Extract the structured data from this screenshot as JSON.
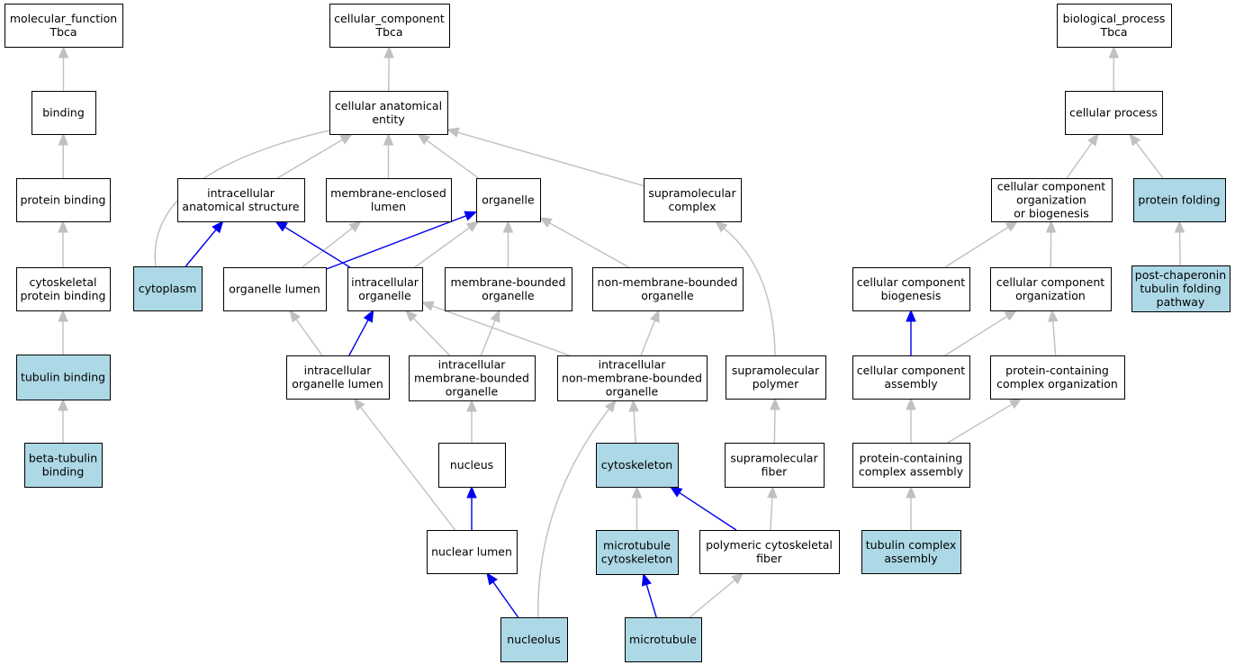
{
  "colors": {
    "plain_fill": "#ffffff",
    "highlight_fill": "#add8e6",
    "gray_edge": "#c0c0c0",
    "blue_edge": "#0000ee"
  },
  "nodes": [
    {
      "id": "mf",
      "lines": [
        "molecular_function",
        "Tbca"
      ],
      "highlight": false
    },
    {
      "id": "binding",
      "lines": [
        "binding"
      ],
      "highlight": false
    },
    {
      "id": "protein_binding",
      "lines": [
        "protein binding"
      ],
      "highlight": false
    },
    {
      "id": "cytoskeletal_pb",
      "lines": [
        "cytoskeletal",
        "protein binding"
      ],
      "highlight": false
    },
    {
      "id": "tubulin_binding",
      "lines": [
        "tubulin binding"
      ],
      "highlight": true
    },
    {
      "id": "beta_tubulin",
      "lines": [
        "beta-tubulin",
        "binding"
      ],
      "highlight": true
    },
    {
      "id": "cc",
      "lines": [
        "cellular_component",
        "Tbca"
      ],
      "highlight": false
    },
    {
      "id": "cae",
      "lines": [
        "cellular anatomical",
        "entity"
      ],
      "highlight": false
    },
    {
      "id": "ias",
      "lines": [
        "intracellular",
        "anatomical structure"
      ],
      "highlight": false
    },
    {
      "id": "mel",
      "lines": [
        "membrane-enclosed",
        "lumen"
      ],
      "highlight": false
    },
    {
      "id": "organelle",
      "lines": [
        "organelle"
      ],
      "highlight": false
    },
    {
      "id": "smc",
      "lines": [
        "supramolecular",
        "complex"
      ],
      "highlight": false
    },
    {
      "id": "cytoplasm",
      "lines": [
        "cytoplasm"
      ],
      "highlight": true
    },
    {
      "id": "org_lumen",
      "lines": [
        "organelle lumen"
      ],
      "highlight": false
    },
    {
      "id": "io",
      "lines": [
        "intracellular",
        "organelle"
      ],
      "highlight": false
    },
    {
      "id": "mbo",
      "lines": [
        "membrane-bounded",
        "organelle"
      ],
      "highlight": false
    },
    {
      "id": "nmbo",
      "lines": [
        "non-membrane-bounded",
        "organelle"
      ],
      "highlight": false
    },
    {
      "id": "iol",
      "lines": [
        "intracellular",
        "organelle lumen"
      ],
      "highlight": false
    },
    {
      "id": "imbo",
      "lines": [
        "intracellular",
        "membrane-bounded",
        "organelle"
      ],
      "highlight": false
    },
    {
      "id": "inmbo",
      "lines": [
        "intracellular",
        "non-membrane-bounded",
        "organelle"
      ],
      "highlight": false
    },
    {
      "id": "smp",
      "lines": [
        "supramolecular",
        "polymer"
      ],
      "highlight": false
    },
    {
      "id": "nucleus",
      "lines": [
        "nucleus"
      ],
      "highlight": false
    },
    {
      "id": "cytoskeleton",
      "lines": [
        "cytoskeleton"
      ],
      "highlight": true
    },
    {
      "id": "smf",
      "lines": [
        "supramolecular",
        "fiber"
      ],
      "highlight": false
    },
    {
      "id": "nuclear_lumen",
      "lines": [
        "nuclear lumen"
      ],
      "highlight": false
    },
    {
      "id": "mt_cyto",
      "lines": [
        "microtubule",
        "cytoskeleton"
      ],
      "highlight": true
    },
    {
      "id": "pcf",
      "lines": [
        "polymeric cytoskeletal",
        "fiber"
      ],
      "highlight": false
    },
    {
      "id": "nucleolus",
      "lines": [
        "nucleolus"
      ],
      "highlight": true
    },
    {
      "id": "microtubule",
      "lines": [
        "microtubule"
      ],
      "highlight": true
    },
    {
      "id": "bp",
      "lines": [
        "biological_process",
        "Tbca"
      ],
      "highlight": false
    },
    {
      "id": "cp",
      "lines": [
        "cellular process"
      ],
      "highlight": false
    },
    {
      "id": "ccob",
      "lines": [
        "cellular component",
        "organization",
        "or biogenesis"
      ],
      "highlight": false
    },
    {
      "id": "pf",
      "lines": [
        "protein folding"
      ],
      "highlight": true
    },
    {
      "id": "ccb",
      "lines": [
        "cellular component",
        "biogenesis"
      ],
      "highlight": false
    },
    {
      "id": "cco",
      "lines": [
        "cellular component",
        "organization"
      ],
      "highlight": false
    },
    {
      "id": "pctf",
      "lines": [
        "post-chaperonin",
        "tubulin folding",
        "pathway"
      ],
      "highlight": true
    },
    {
      "id": "cca",
      "lines": [
        "cellular component",
        "assembly"
      ],
      "highlight": false
    },
    {
      "id": "pcco",
      "lines": [
        "protein-containing",
        "complex organization"
      ],
      "highlight": false
    },
    {
      "id": "pcca",
      "lines": [
        "protein-containing",
        "complex assembly"
      ],
      "highlight": false
    },
    {
      "id": "tca",
      "lines": [
        "tubulin complex",
        "assembly"
      ],
      "highlight": true
    }
  ],
  "edges": [
    {
      "from": "binding",
      "to": "mf",
      "kind": "gray"
    },
    {
      "from": "protein_binding",
      "to": "binding",
      "kind": "gray"
    },
    {
      "from": "cytoskeletal_pb",
      "to": "protein_binding",
      "kind": "gray"
    },
    {
      "from": "tubulin_binding",
      "to": "cytoskeletal_pb",
      "kind": "gray"
    },
    {
      "from": "beta_tubulin",
      "to": "tubulin_binding",
      "kind": "gray"
    },
    {
      "from": "cae",
      "to": "cc",
      "kind": "gray"
    },
    {
      "from": "ias",
      "to": "cae",
      "kind": "gray"
    },
    {
      "from": "mel",
      "to": "cae",
      "kind": "gray"
    },
    {
      "from": "organelle",
      "to": "cae",
      "kind": "gray"
    },
    {
      "from": "smc",
      "to": "cae",
      "kind": "gray"
    },
    {
      "from": "cytoplasm",
      "to": "cae",
      "kind": "gray",
      "curve": true
    },
    {
      "from": "cytoplasm",
      "to": "ias",
      "kind": "blue"
    },
    {
      "from": "org_lumen",
      "to": "mel",
      "kind": "gray"
    },
    {
      "from": "org_lumen",
      "to": "organelle",
      "kind": "blue"
    },
    {
      "from": "io",
      "to": "ias",
      "kind": "blue"
    },
    {
      "from": "io",
      "to": "organelle",
      "kind": "gray"
    },
    {
      "from": "mbo",
      "to": "organelle",
      "kind": "gray"
    },
    {
      "from": "nmbo",
      "to": "organelle",
      "kind": "gray"
    },
    {
      "from": "iol",
      "to": "org_lumen",
      "kind": "gray"
    },
    {
      "from": "iol",
      "to": "io",
      "kind": "blue"
    },
    {
      "from": "imbo",
      "to": "io",
      "kind": "gray"
    },
    {
      "from": "imbo",
      "to": "mbo",
      "kind": "gray"
    },
    {
      "from": "inmbo",
      "to": "io",
      "kind": "gray"
    },
    {
      "from": "inmbo",
      "to": "nmbo",
      "kind": "gray"
    },
    {
      "from": "smp",
      "to": "smc",
      "kind": "gray",
      "curve": true
    },
    {
      "from": "nucleus",
      "to": "imbo",
      "kind": "gray"
    },
    {
      "from": "cytoskeleton",
      "to": "inmbo",
      "kind": "gray"
    },
    {
      "from": "smf",
      "to": "smp",
      "kind": "gray"
    },
    {
      "from": "nuclear_lumen",
      "to": "iol",
      "kind": "gray"
    },
    {
      "from": "nuclear_lumen",
      "to": "nucleus",
      "kind": "blue"
    },
    {
      "from": "mt_cyto",
      "to": "cytoskeleton",
      "kind": "gray"
    },
    {
      "from": "pcf",
      "to": "cytoskeleton",
      "kind": "blue"
    },
    {
      "from": "pcf",
      "to": "smf",
      "kind": "gray"
    },
    {
      "from": "nucleolus",
      "to": "nuclear_lumen",
      "kind": "blue"
    },
    {
      "from": "nucleolus",
      "to": "inmbo",
      "kind": "gray",
      "curve": true
    },
    {
      "from": "microtubule",
      "to": "mt_cyto",
      "kind": "blue"
    },
    {
      "from": "microtubule",
      "to": "pcf",
      "kind": "gray"
    },
    {
      "from": "cp",
      "to": "bp",
      "kind": "gray"
    },
    {
      "from": "ccob",
      "to": "cp",
      "kind": "gray"
    },
    {
      "from": "pf",
      "to": "cp",
      "kind": "gray"
    },
    {
      "from": "ccb",
      "to": "ccob",
      "kind": "gray"
    },
    {
      "from": "cco",
      "to": "ccob",
      "kind": "gray"
    },
    {
      "from": "pctf",
      "to": "pf",
      "kind": "gray"
    },
    {
      "from": "cca",
      "to": "ccb",
      "kind": "blue"
    },
    {
      "from": "cca",
      "to": "cco",
      "kind": "gray"
    },
    {
      "from": "pcco",
      "to": "cco",
      "kind": "gray"
    },
    {
      "from": "pcca",
      "to": "cca",
      "kind": "gray"
    },
    {
      "from": "pcca",
      "to": "pcco",
      "kind": "gray"
    },
    {
      "from": "tca",
      "to": "pcca",
      "kind": "gray"
    }
  ]
}
